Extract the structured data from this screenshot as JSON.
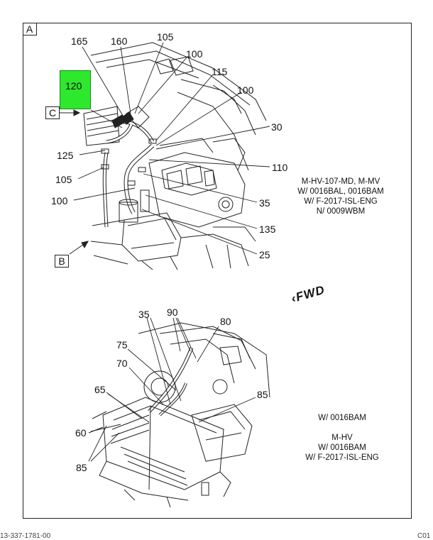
{
  "sheet": {
    "label": "A",
    "ref_c": "C",
    "ref_b": "B",
    "fwd": "FWD"
  },
  "callouts_top": {
    "c165": "165",
    "c160": "160",
    "c105a": "105",
    "c100a": "100",
    "c115": "115",
    "c120": "120",
    "c100b": "100",
    "c30": "30",
    "c125": "125",
    "c110": "110",
    "c105b": "105",
    "c35": "35",
    "c100c": "100",
    "c135": "135",
    "c25": "25"
  },
  "callouts_bottom": {
    "c35": "35",
    "c90": "90",
    "c80": "80",
    "c75": "75",
    "c70": "70",
    "c85a": "85",
    "c65": "65",
    "c60": "60",
    "c85b": "85"
  },
  "notes": {
    "top": {
      "line1": "M-HV-107-MD, M-MV",
      "line2": "W/ 0016BAL, 0016BAM",
      "line3": "W/ F-2017-ISL-ENG",
      "line4": "N/ 0009WBM"
    },
    "bottom_a": "W/ 0016BAM",
    "bottom_b": {
      "line1": "M-HV",
      "line2": "W/ 0016BAM",
      "line3": "W/ F-2017-ISL-ENG"
    }
  },
  "footer": {
    "left": "13-337-1781-00",
    "right": "C01"
  },
  "colors": {
    "highlight": "#2ee82e",
    "line": "#222222"
  }
}
